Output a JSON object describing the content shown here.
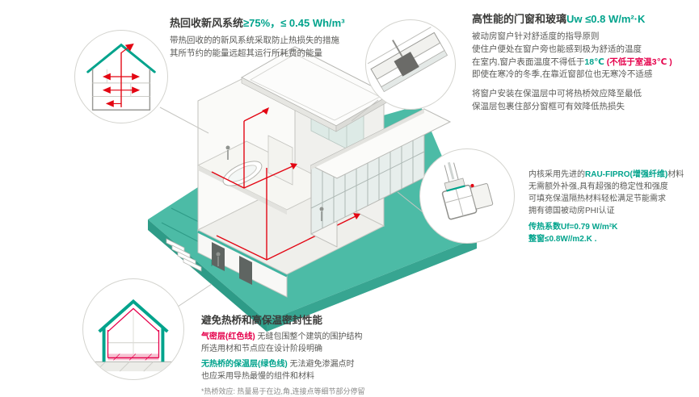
{
  "colors": {
    "accent_teal": "#00A38C",
    "text_red": "#E5004B",
    "duct_red": "#E30613",
    "platform_teal": "#4CBBA6",
    "body_gray": "#5a5a57"
  },
  "icons": {
    "center": "isometric-passive-house-cutaway-illustration",
    "circle_top_left": "heat-recovery-house-section-illustration",
    "circle_top_right": "window-installation-detail-illustration",
    "circle_right": "window-profile-cross-section-illustration",
    "circle_bottom_left": "insulation-airtight-house-section-illustration"
  },
  "callouts": {
    "heat_recovery": {
      "title_main": "热回收新风系统",
      "title_value": "≥75%，≤ 0.45 Wh/m³",
      "body_line1": "带热回收的的新风系统采取防止热损失的措施",
      "body_line2": "其所节约的能量远超其运行所耗费的能量"
    },
    "windows": {
      "title_main": "高性能的门窗和玻璃",
      "title_value": "Uw ≤0.8 W/m²·K",
      "p1_line1": "被动房窗户针对舒适度的指导原则",
      "p1_line2": "使住户便处在窗户旁也能感到极为舒适的温度",
      "p1_line3_pre": "在室内,窗户表面温度不得低于",
      "p1_line3_teal": "18℃",
      "p1_line3_red": " (不低于室温3℃ )",
      "p1_line4": "即使在寒冷的冬季,在靠近窗部位也无寒冷不适感",
      "p2_line1": "将窗户安装在保温层中可将热桥效应降至最低",
      "p2_line2": "保温层包裹住部分窗框可有效降低热损失"
    },
    "profile": {
      "line1_pre": "内核采用先进的",
      "line1_teal": "RAU-FIPRO(增强纤维)",
      "line1_post": "材料",
      "line2": "无需额外补强,具有超强的稳定性和强度",
      "line3": "可填充保温隔热材料轻松满足节能需求",
      "line4": "拥有德国被动房PHI认证",
      "line5": "传热系数Uf=0.79 W/m²K",
      "line6": "整窗≤0.8W//m2.K ."
    },
    "thermal": {
      "title": "避免热桥和高保温密封性能",
      "red_label": "气密层(红色线)",
      "red_rest": " 无缝包围整个建筑的围护结构",
      "line2": "所选用材和节点应在设计阶段明确",
      "teal_label": "无热桥的保温层(绿色线)",
      "teal_rest": " 无法避免渗漏点时",
      "line4": "也应采用导热最慢的组件和材料",
      "footnote": "*热桥效应: 热量易于在边,角,连接点等细节部分停留"
    }
  }
}
